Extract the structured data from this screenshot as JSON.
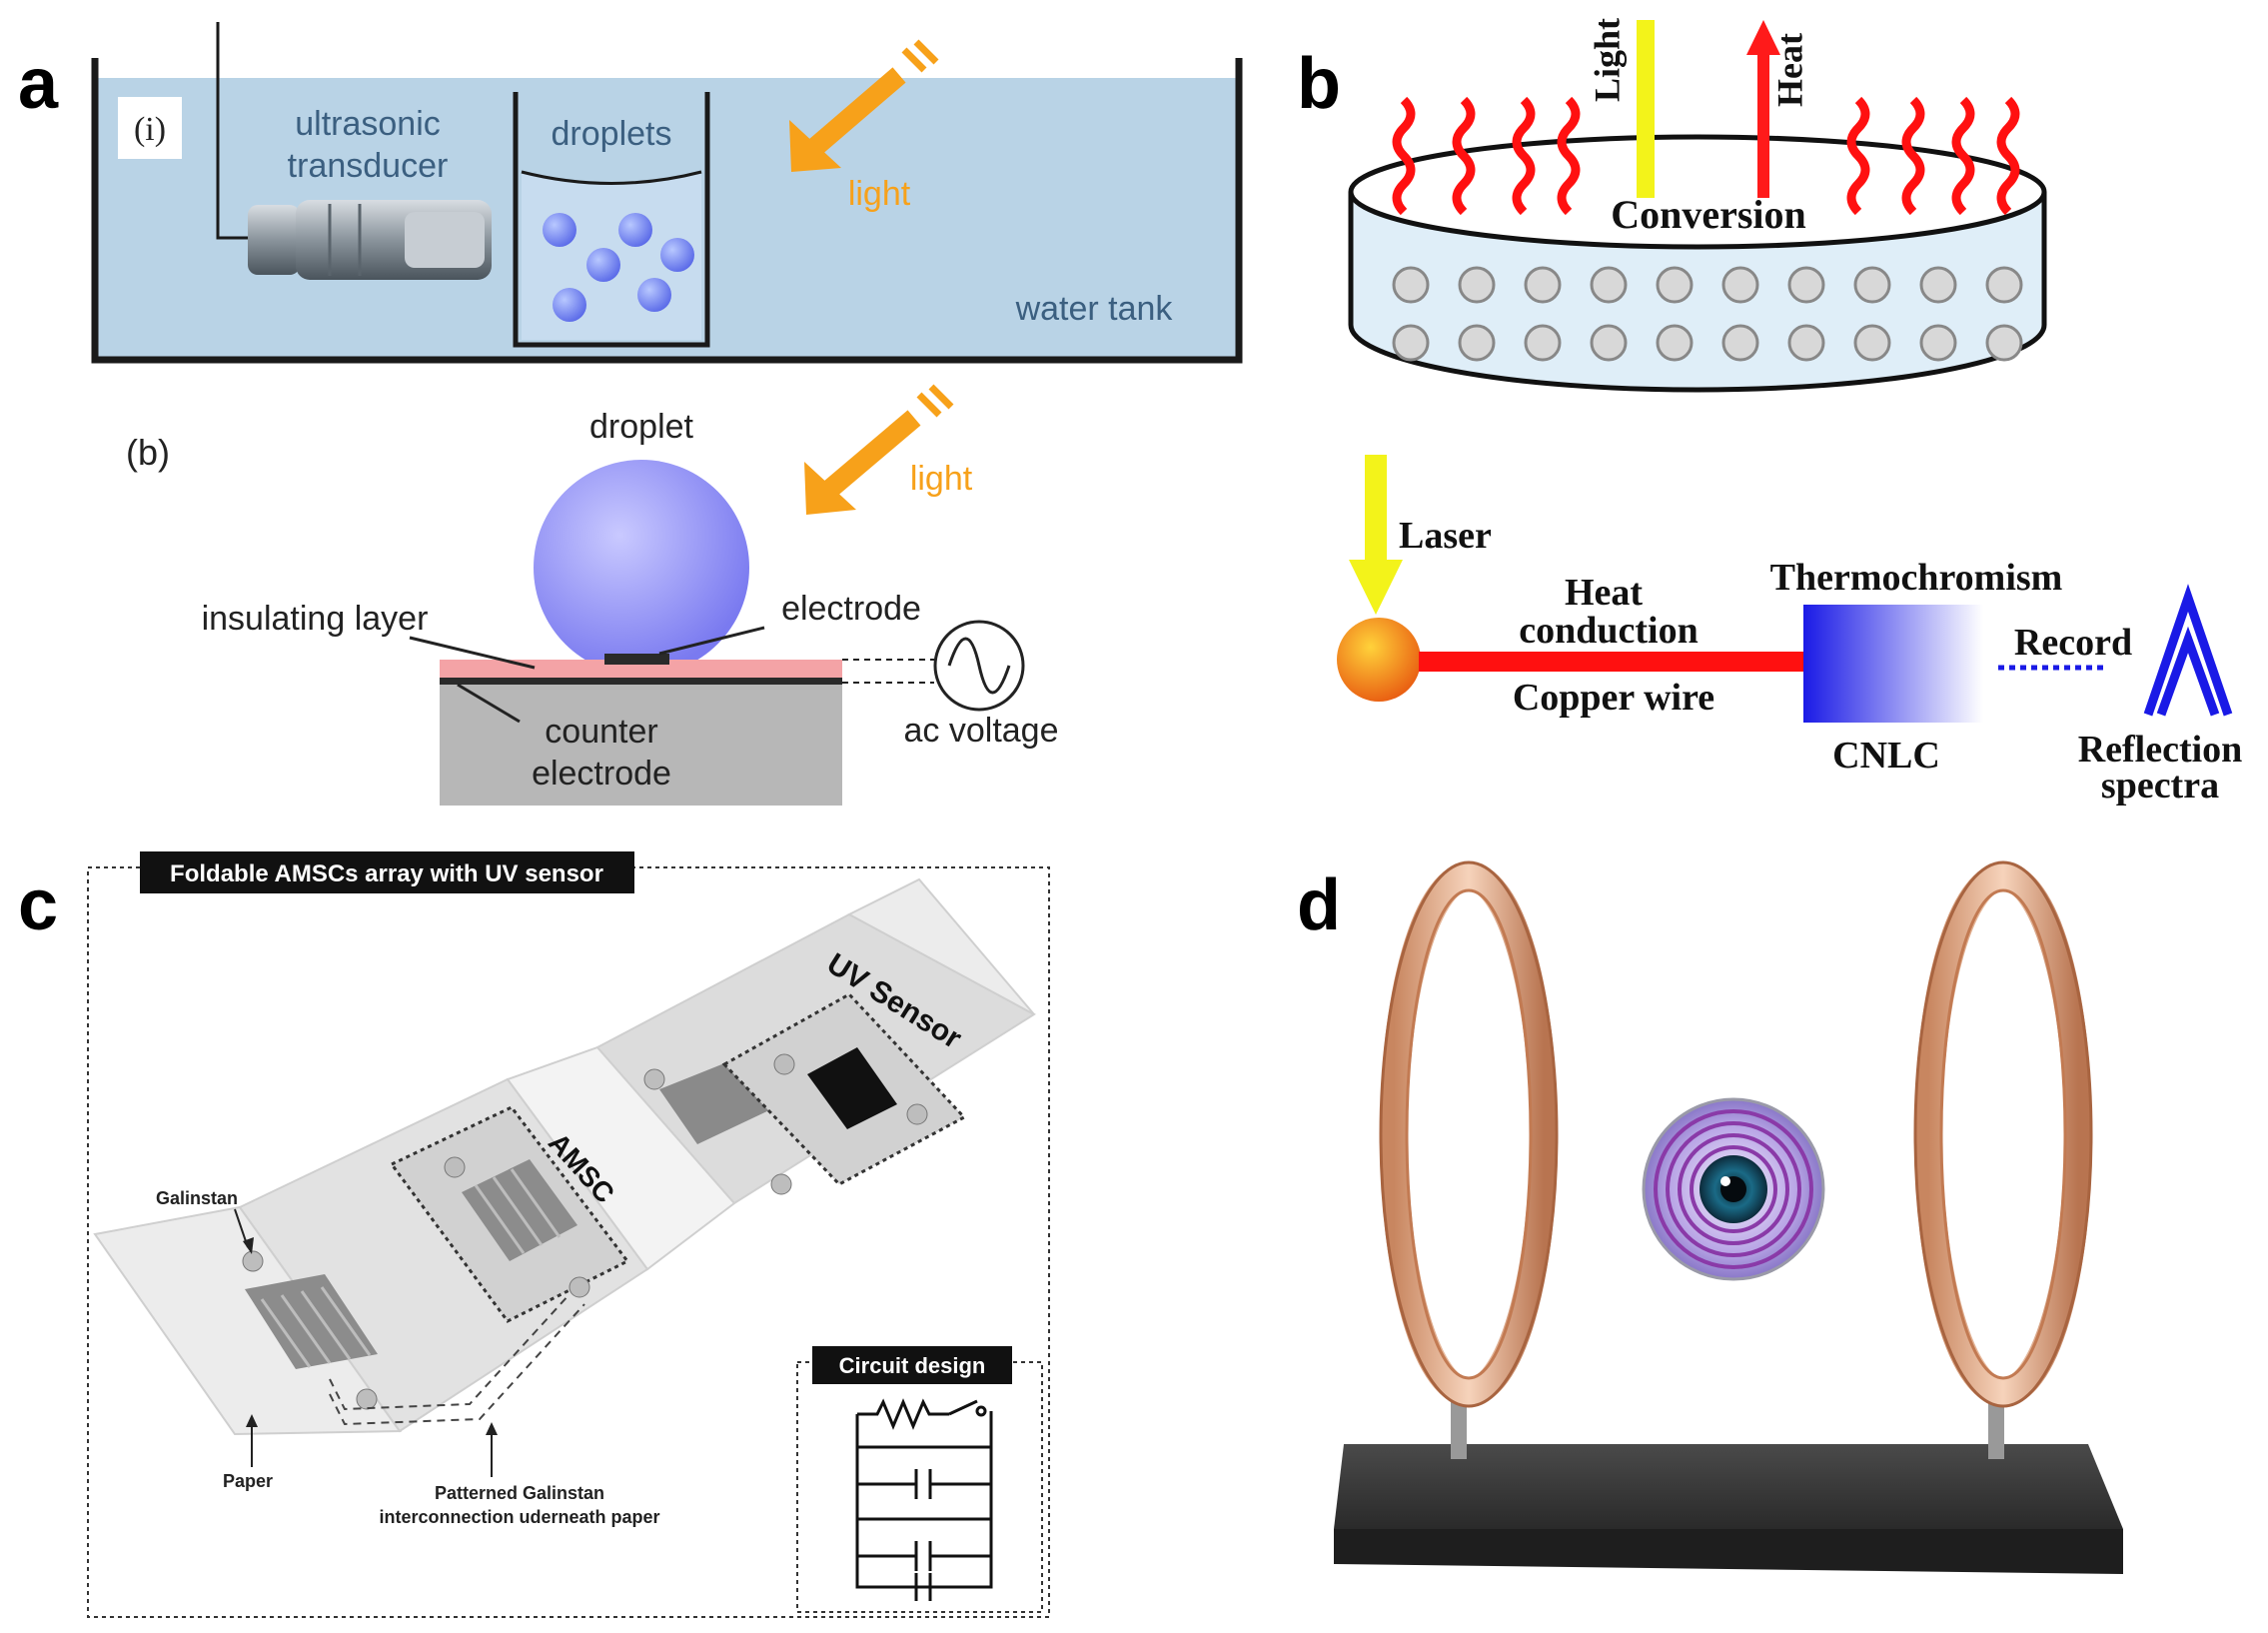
{
  "panel_letters": {
    "a": "a",
    "b": "b",
    "c": "c",
    "d": "d"
  },
  "panel_a": {
    "sub_i": "(i)",
    "transducer_line1": "ultrasonic",
    "transducer_line2": "transducer",
    "droplets": "droplets",
    "light": "light",
    "water_tank": "water tank",
    "sub_b": "(b)",
    "droplet": "droplet",
    "light2": "light",
    "insulating_layer": "insulating layer",
    "electrode": "electrode",
    "counter_line1": "counter",
    "counter_line2": "electrode",
    "ac_voltage": "ac voltage",
    "colors": {
      "water": "#b9d3e6",
      "arrow": "#f7a11a",
      "droplet": "#8f8ff5",
      "insulating": "#f4a3a6",
      "substrate": "#b7b7b7"
    }
  },
  "panel_b": {
    "light": "Light",
    "heat": "Heat",
    "conversion": "Conversion",
    "laser": "Laser",
    "heat_conduction_line1": "Heat",
    "heat_conduction_line2": "conduction",
    "copper_wire": "Copper wire",
    "thermochromism": "Thermochromism",
    "cnlc": "CNLC",
    "record": "Record",
    "reflection_line1": "Reflection",
    "reflection_line2": "spectra",
    "colors": {
      "wave": "#ff1010",
      "light_beam": "#f3f31a",
      "heat_arrow": "#ff1a1a",
      "wire": "#ff1010",
      "cnlc": "#1a1ae6",
      "spectra": "#1a1ae6"
    }
  },
  "panel_c": {
    "title": "Foldable AMSCs array with UV sensor",
    "uv_sensor": "UV Sensor",
    "amsc": "AMSC",
    "galinstan": "Galinstan",
    "paper": "Paper",
    "interconnect_line1": "Patterned Galinstan",
    "interconnect_line2": "interconnection uderneath paper",
    "circuit_design": "Circuit design"
  },
  "panel_d": {
    "colors": {
      "ring": "#e0a07a",
      "base": "#3a3a3a",
      "lens": "#8a78c8"
    }
  }
}
